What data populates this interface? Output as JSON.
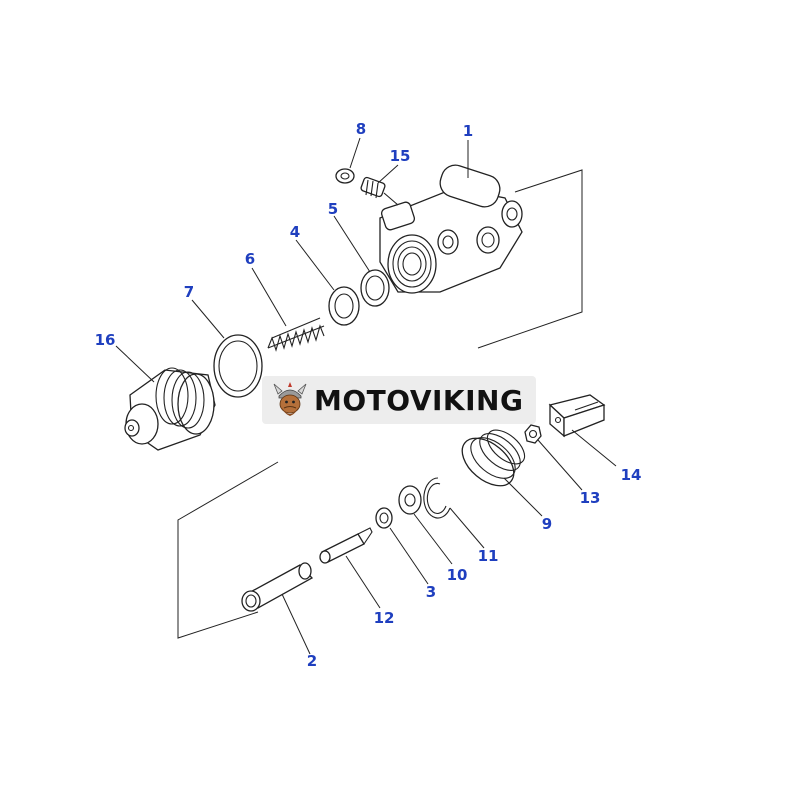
{
  "watermark": {
    "text": "MOTOVIKING",
    "logo": "viking-mascot-icon"
  },
  "callouts": {
    "c1": "1",
    "c2": "2",
    "c3": "3",
    "c4": "4",
    "c5": "5",
    "c6": "6",
    "c7": "7",
    "c8": "8",
    "c9": "9",
    "c10": "10",
    "c11": "11",
    "c12": "12",
    "c13": "13",
    "c14": "14",
    "c15": "15",
    "c16": "16"
  },
  "colors": {
    "callout": "#1f3fbf",
    "line": "#222222",
    "watermark_bg": "#ececec"
  }
}
